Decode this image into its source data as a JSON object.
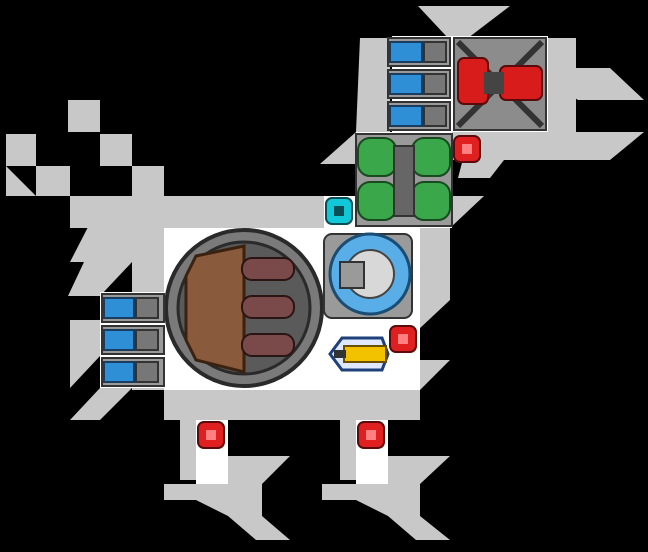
{
  "scene": {
    "type": "ship-blueprint",
    "background": "#000000",
    "hull_color": "#c8c8c8",
    "floor_color": "#ffffff"
  },
  "modules": [
    {
      "id": "engine-bank-top",
      "kind": "engine-block",
      "count": 3,
      "color": "#2f8fd6"
    },
    {
      "id": "reactor",
      "kind": "reactor",
      "color": "#d81b1b"
    },
    {
      "id": "fuel-tanks",
      "kind": "tanks",
      "color": "#3aa84a"
    },
    {
      "id": "cannon-turret",
      "kind": "turret",
      "color": "#8a5a3c"
    },
    {
      "id": "shield-dome",
      "kind": "shield",
      "color": "#5aaee8"
    },
    {
      "id": "fighter-bay",
      "kind": "bay",
      "color": "#f2c200"
    },
    {
      "id": "engine-bank-left",
      "kind": "engine-block",
      "count": 3,
      "color": "#2f8fd6"
    }
  ],
  "markers": [
    {
      "id": "marker-1",
      "kind": "damage",
      "color": "#e02020"
    },
    {
      "id": "marker-2",
      "kind": "damage",
      "color": "#e02020"
    },
    {
      "id": "marker-3",
      "kind": "damage",
      "color": "#e02020"
    },
    {
      "id": "marker-4",
      "kind": "damage",
      "color": "#e02020"
    },
    {
      "id": "marker-5",
      "kind": "system",
      "color": "#10c8d8"
    }
  ]
}
